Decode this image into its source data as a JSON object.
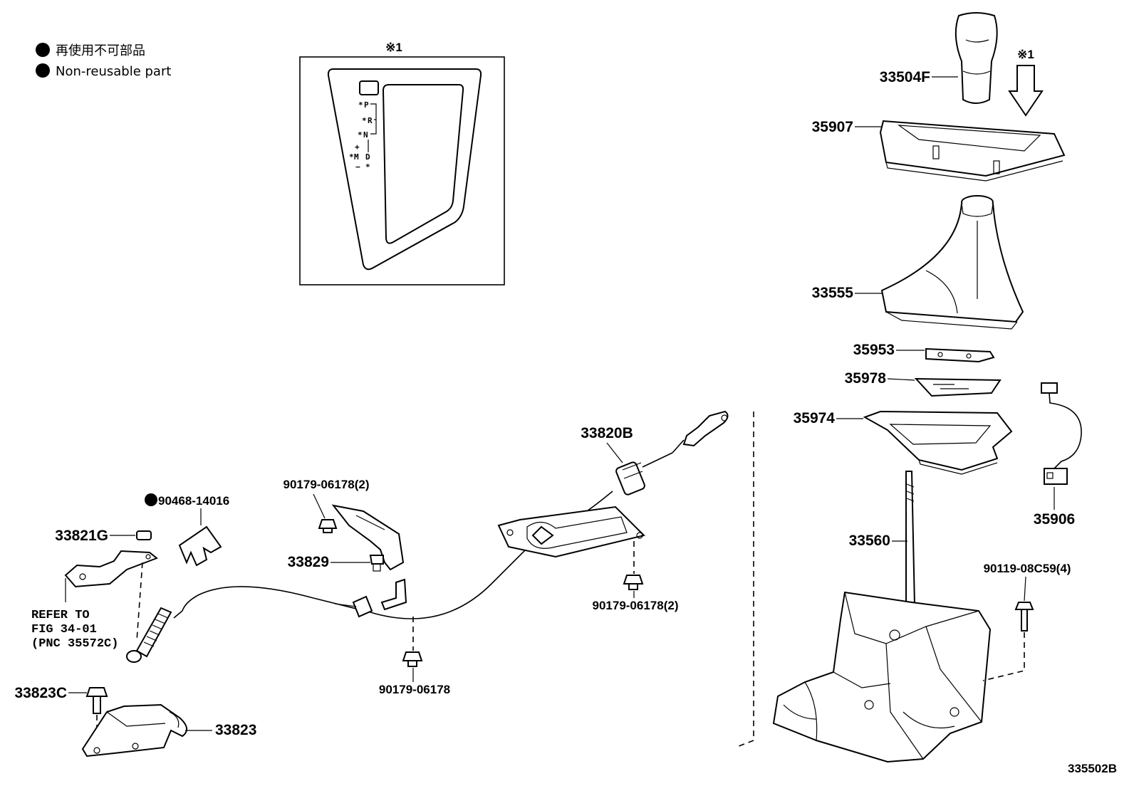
{
  "legend": {
    "jp": "再使用不可部品",
    "en": "Non-reusable part"
  },
  "inset": {
    "marker": "※1",
    "gate_letters": {
      "p": "P",
      "r": "R",
      "n": "N",
      "d": "D",
      "m": "M",
      "plus": "+",
      "minus": "−",
      "star": "*"
    }
  },
  "arrow_marker": "※1",
  "parts": {
    "p33504F": "33504F",
    "p35907": "35907",
    "p33555": "33555",
    "p35953": "35953",
    "p35978": "35978",
    "p35974": "35974",
    "p35906": "35906",
    "p33560": "33560",
    "p90119": "90119-08C59(4)",
    "p33820B": "33820B",
    "p90179_a": "90179-06178(2)",
    "p90468": "90468-14016",
    "p33821G": "33821G",
    "p33829": "33829",
    "p90179_b": "90179-06178(2)",
    "p90179_c": "90179-06178",
    "p33823C": "33823C",
    "p33823": "33823"
  },
  "reference": {
    "line1": "REFER TO",
    "line2": "FIG 34-01",
    "line3": "(PNC 35572C)"
  },
  "figure_id": "335502B"
}
